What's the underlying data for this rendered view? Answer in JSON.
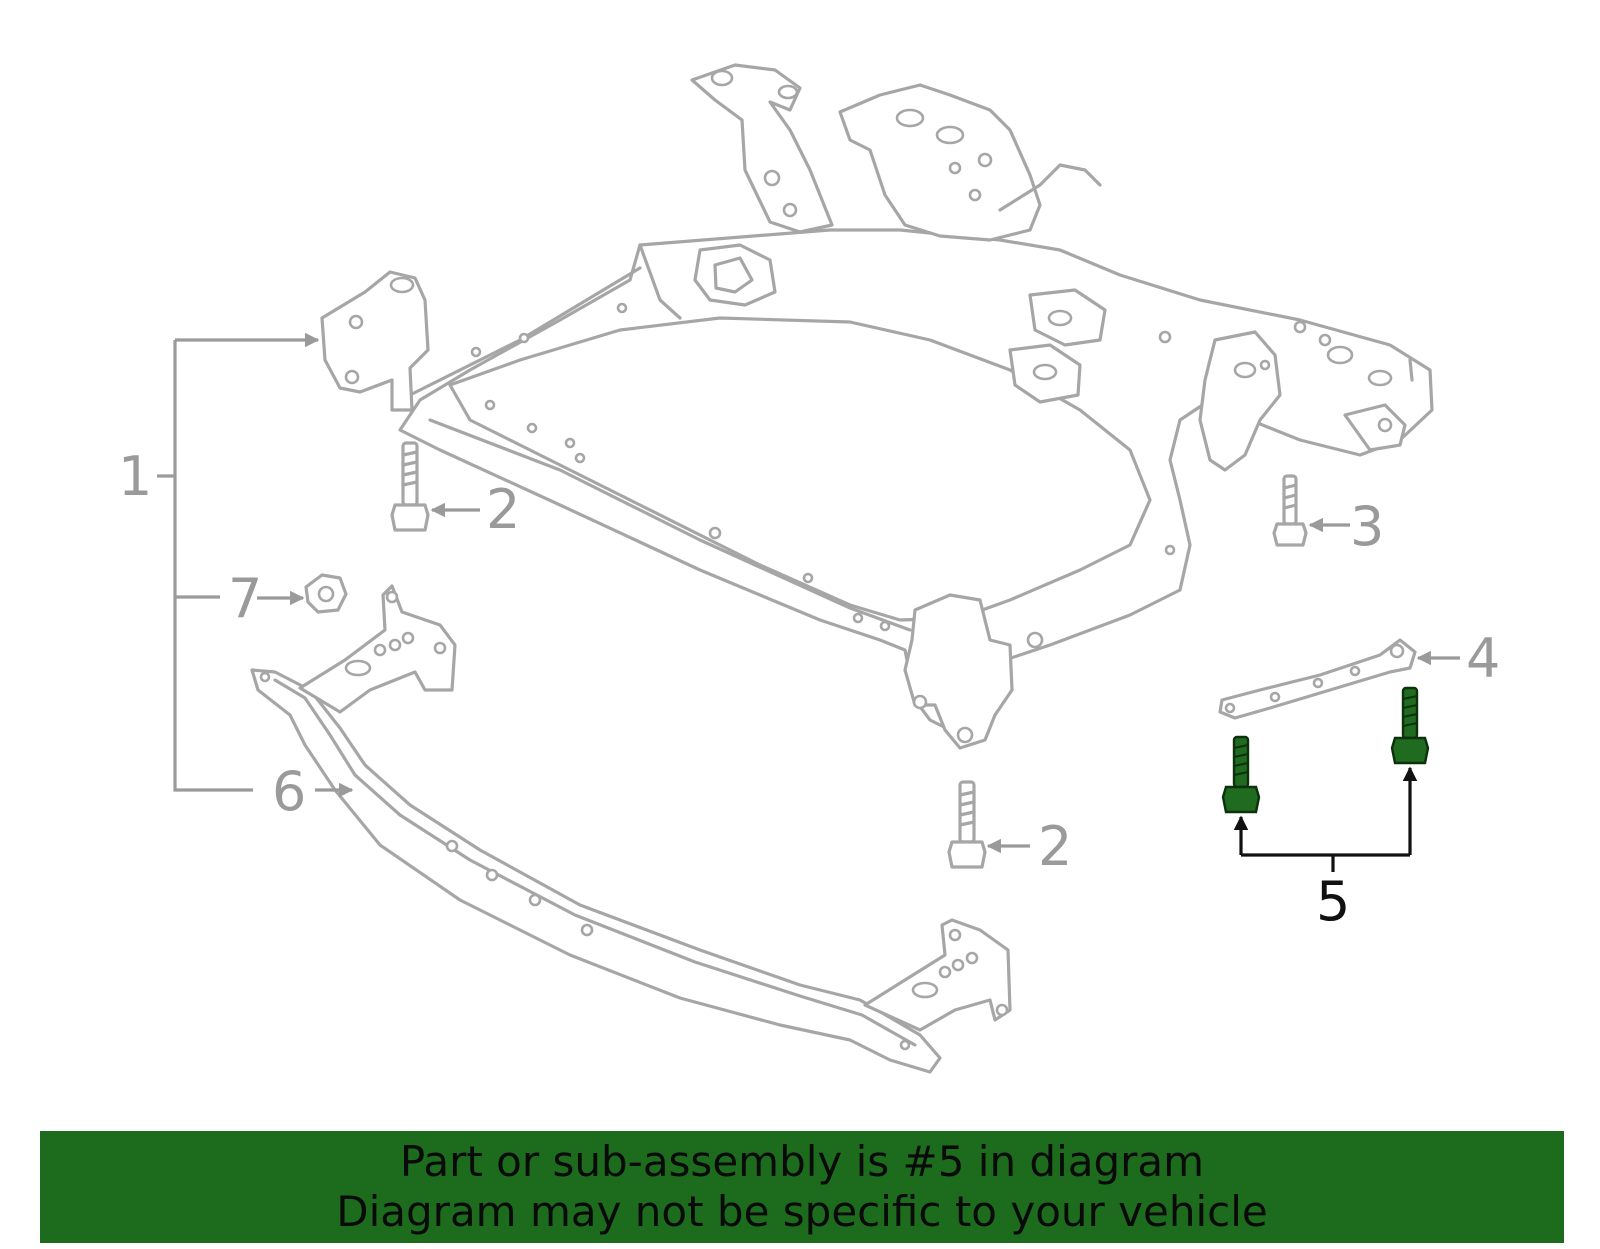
{
  "diagram": {
    "callouts": {
      "c1": "1",
      "c2a": "2",
      "c2b": "2",
      "c3": "3",
      "c4": "4",
      "c5": "5",
      "c6": "6",
      "c7": "7"
    },
    "highlighted_part": "5",
    "colors": {
      "line_art": "#a6a6a6",
      "highlight_part": "#1f6b1f",
      "highlight_callout": "#111111",
      "banner_background": "#1d6b1d"
    }
  },
  "banner": {
    "line1": "Part or sub-assembly is #5 in diagram",
    "line2": "Diagram may not be specific to your vehicle"
  }
}
